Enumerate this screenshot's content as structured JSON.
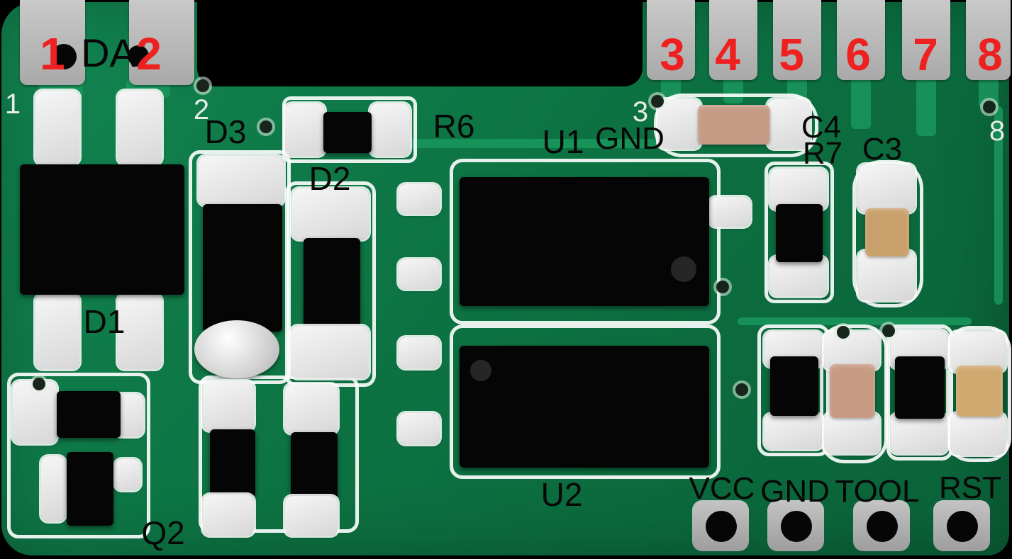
{
  "pins": {
    "red": [
      "1",
      "2",
      "3",
      "4",
      "5",
      "6",
      "7",
      "8"
    ],
    "silk": [
      "1",
      "2",
      "3",
      "8"
    ]
  },
  "labels": {
    "da": "DA",
    "d1": "D1",
    "d2": "D2",
    "d3": "D3",
    "r6": "R6",
    "r7": "R7",
    "c3": "C3",
    "c4": "C4",
    "u1": "U1",
    "u2": "U2",
    "q2": "Q2",
    "gnd_top": "GND"
  },
  "programming_pads": [
    {
      "label": "VCC"
    },
    {
      "label": "GND"
    },
    {
      "label": "TOOL"
    },
    {
      "label": "RST"
    }
  ],
  "colors": {
    "board_green": "#0d7343",
    "trace_green": "#1a9a5e",
    "castellation_gray": "#b9b9b9",
    "silkscreen_white": "#eeeeee",
    "annotation_red": "#ee2020",
    "annotation_black": "#070707",
    "capacitor_tan": "#c59b86",
    "capacitor_yellow": "#c9a06b"
  }
}
